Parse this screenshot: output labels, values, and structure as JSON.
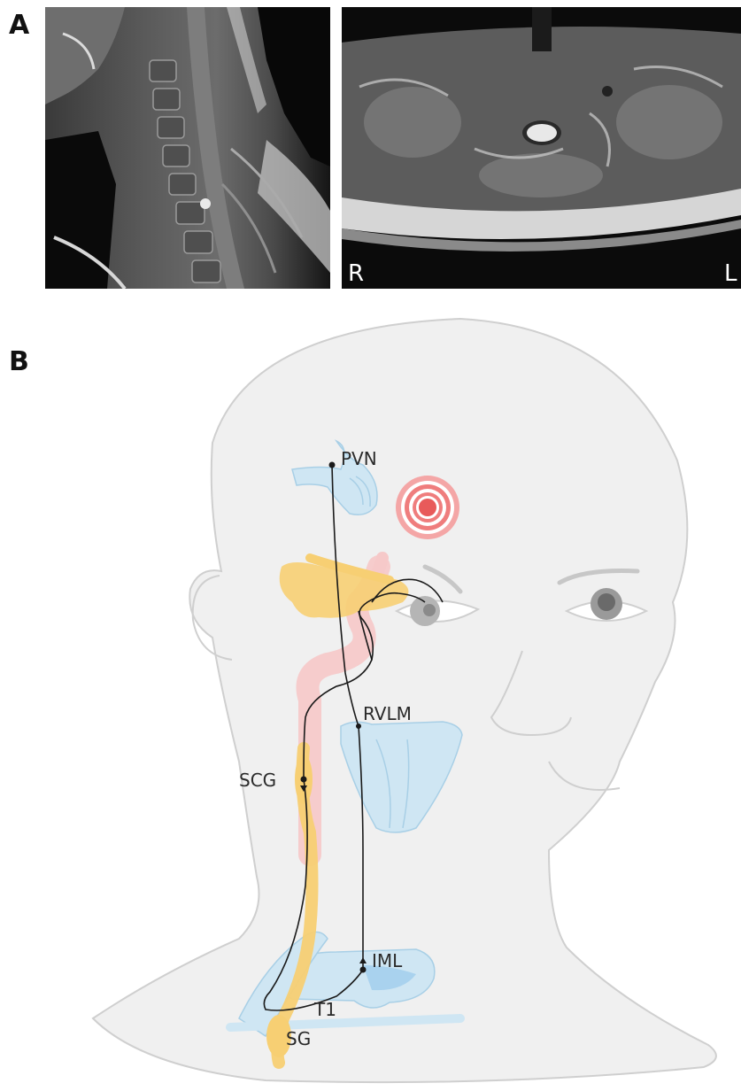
{
  "panels": {
    "a_letter": "A",
    "b_letter": "B"
  },
  "mri_axial": {
    "orient_right": "R",
    "orient_left": "L"
  },
  "diagram_labels": {
    "pvn": "PVN",
    "rvlm": "RVLM",
    "scg": "SCG",
    "iml": "IML",
    "t1": "T1",
    "sg": "SG"
  }
}
